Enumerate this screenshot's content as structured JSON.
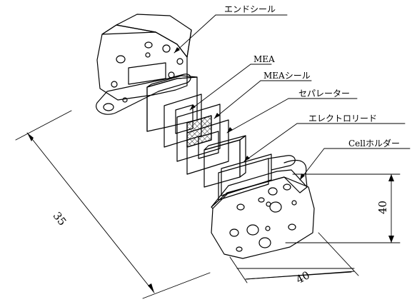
{
  "labels": {
    "end_seal": "エンドシール",
    "mea": "MEA",
    "mea_seal": "MEAシール",
    "separator": "セパレーター",
    "electrode_lead": "エレクトロリード",
    "cell_holder": "Cellホルダー"
  },
  "dimensions": {
    "length": "35",
    "height": "40",
    "width": "40"
  }
}
